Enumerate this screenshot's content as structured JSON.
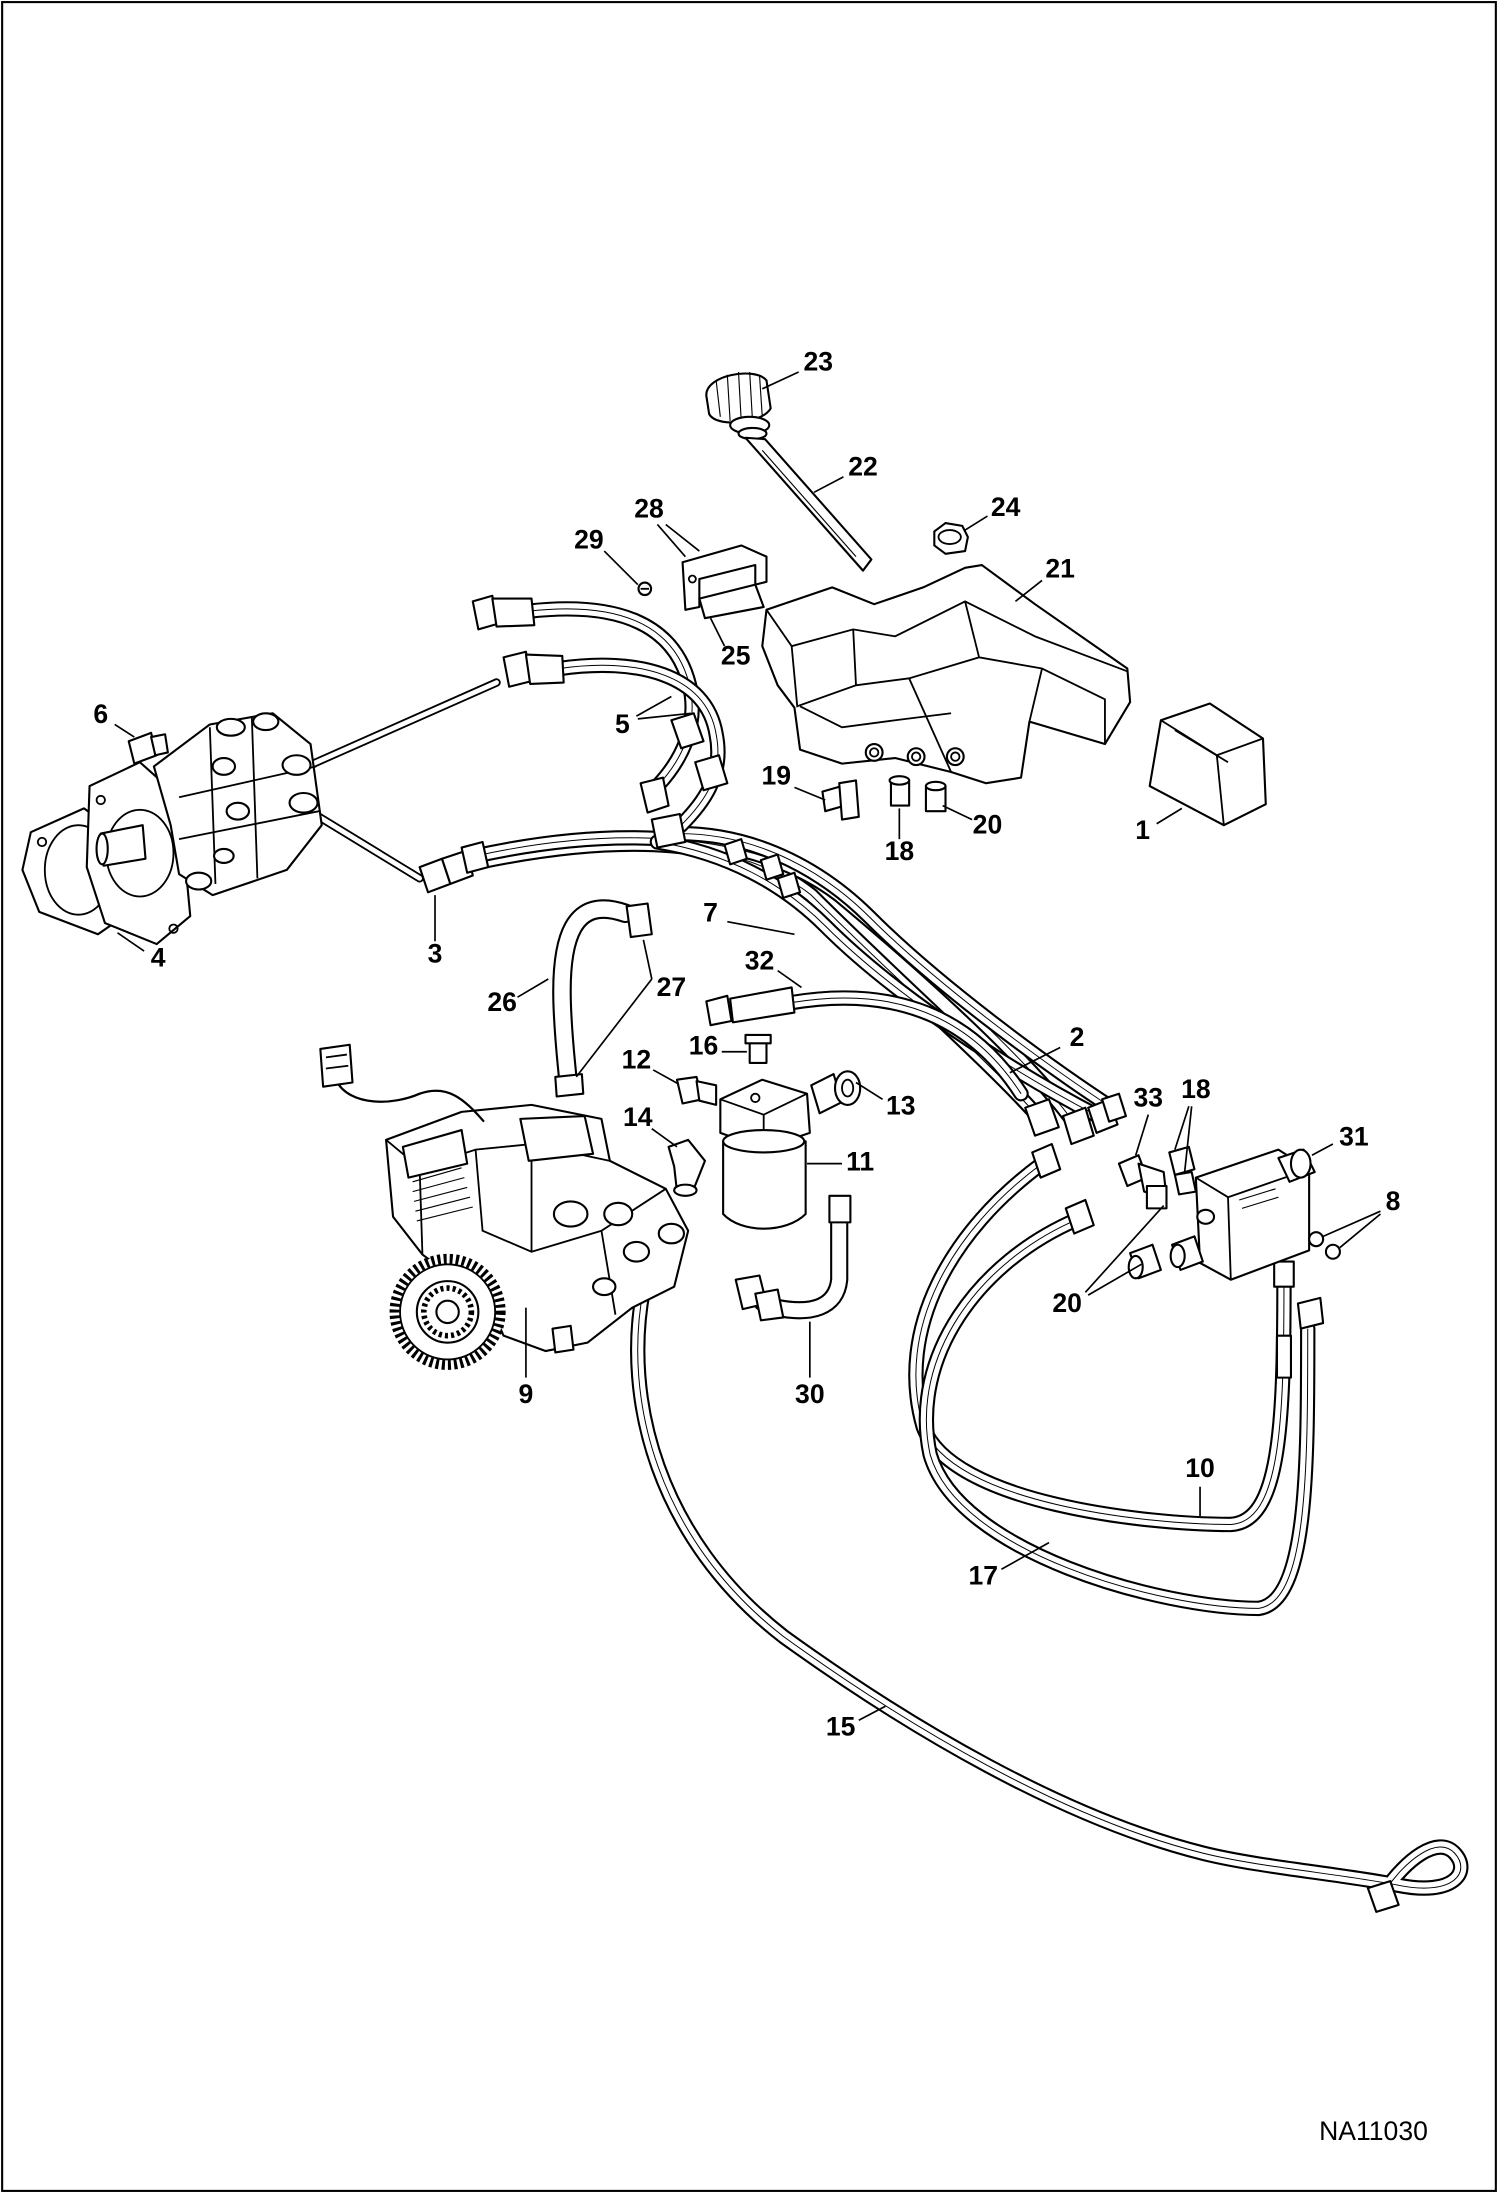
{
  "figure": {
    "id": "NA11030"
  },
  "callouts": [
    {
      "label": "23"
    },
    {
      "label": "22"
    },
    {
      "label": "24"
    },
    {
      "label": "28"
    },
    {
      "label": "29"
    },
    {
      "label": "21"
    },
    {
      "label": "25"
    },
    {
      "label": "6"
    },
    {
      "label": "5"
    },
    {
      "label": "19"
    },
    {
      "label": "18"
    },
    {
      "label": "20"
    },
    {
      "label": "1"
    },
    {
      "label": "4"
    },
    {
      "label": "3"
    },
    {
      "label": "7"
    },
    {
      "label": "32"
    },
    {
      "label": "26"
    },
    {
      "label": "27"
    },
    {
      "label": "16"
    },
    {
      "label": "2"
    },
    {
      "label": "12"
    },
    {
      "label": "13"
    },
    {
      "label": "33"
    },
    {
      "label": "18"
    },
    {
      "label": "31"
    },
    {
      "label": "14"
    },
    {
      "label": "11"
    },
    {
      "label": "8"
    },
    {
      "label": "20"
    },
    {
      "label": "9"
    },
    {
      "label": "30"
    },
    {
      "label": "10"
    },
    {
      "label": "17"
    },
    {
      "label": "15"
    }
  ]
}
